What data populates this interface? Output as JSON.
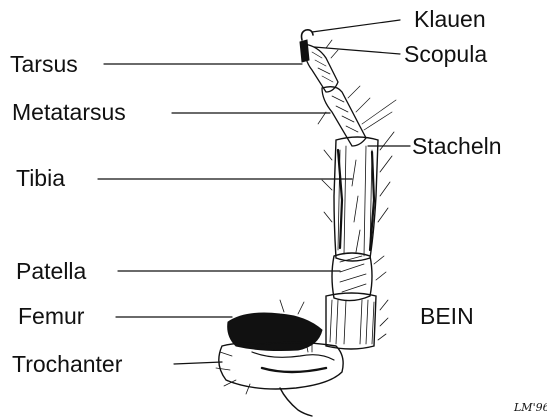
{
  "diagram": {
    "title": "BEIN",
    "signature": "LM'96",
    "labels": {
      "klauen": "Klauen",
      "scopula": "Scopula",
      "tarsus": "Tarsus",
      "metatarsus": "Metatarsus",
      "stacheln": "Stacheln",
      "tibia": "Tibia",
      "patella": "Patella",
      "femur": "Femur",
      "trochanter": "Trochanter"
    }
  }
}
